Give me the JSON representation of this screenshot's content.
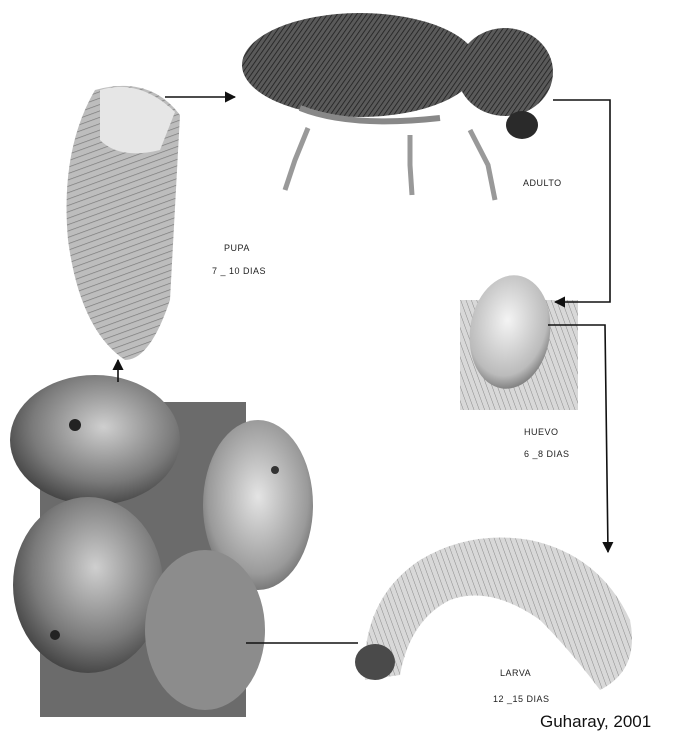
{
  "stages": {
    "adult": {
      "name": "ADULTO"
    },
    "pupa": {
      "name": "PUPA",
      "duration": "7 _ 10 DIAS"
    },
    "egg": {
      "name": "HUEVO",
      "duration": "6 _8 DIAS"
    },
    "larva": {
      "name": "LARVA",
      "duration": "12 _15 DIAS"
    }
  },
  "credit": "Guharay, 2001",
  "colors": {
    "line": "#111111",
    "ink": "#3a3a3a"
  }
}
